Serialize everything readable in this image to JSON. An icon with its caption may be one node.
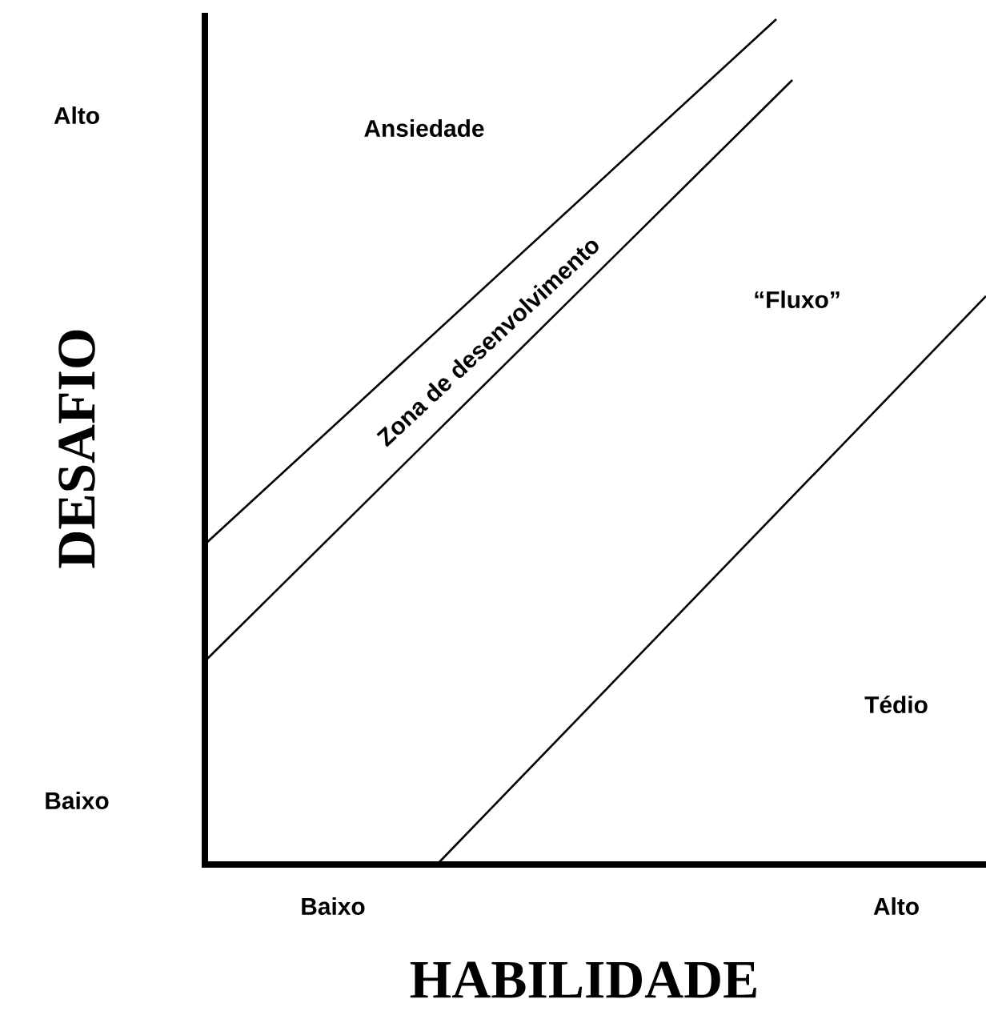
{
  "diagram": {
    "labels": [
      "Alto",
      "Ansiedade",
      "Zona de desenvolvimento",
      "“Fluxo”",
      "DESAFIO",
      "Tédio",
      "Baixo",
      "Baixo",
      "Alto",
      "HABILIDADE"
    ]
  }
}
